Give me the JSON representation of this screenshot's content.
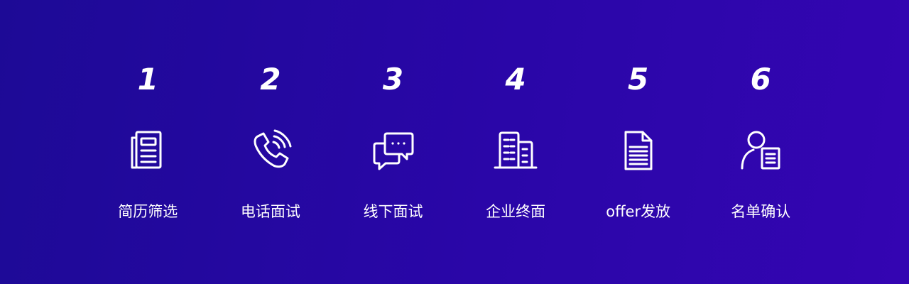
{
  "steps": [
    {
      "number": "1",
      "label": "简历筛选",
      "icon": "resume-document-icon"
    },
    {
      "number": "2",
      "label": "电话面试",
      "icon": "phone-call-icon"
    },
    {
      "number": "3",
      "label": "线下面试",
      "icon": "chat-bubbles-icon"
    },
    {
      "number": "4",
      "label": "企业终面",
      "icon": "office-building-icon"
    },
    {
      "number": "5",
      "label": "offer发放",
      "icon": "offer-document-icon"
    },
    {
      "number": "6",
      "label": "名单确认",
      "icon": "user-list-icon"
    }
  ],
  "colors": {
    "background_start": "#1d0a96",
    "background_end": "#3405b2",
    "foreground": "#ffffff"
  }
}
